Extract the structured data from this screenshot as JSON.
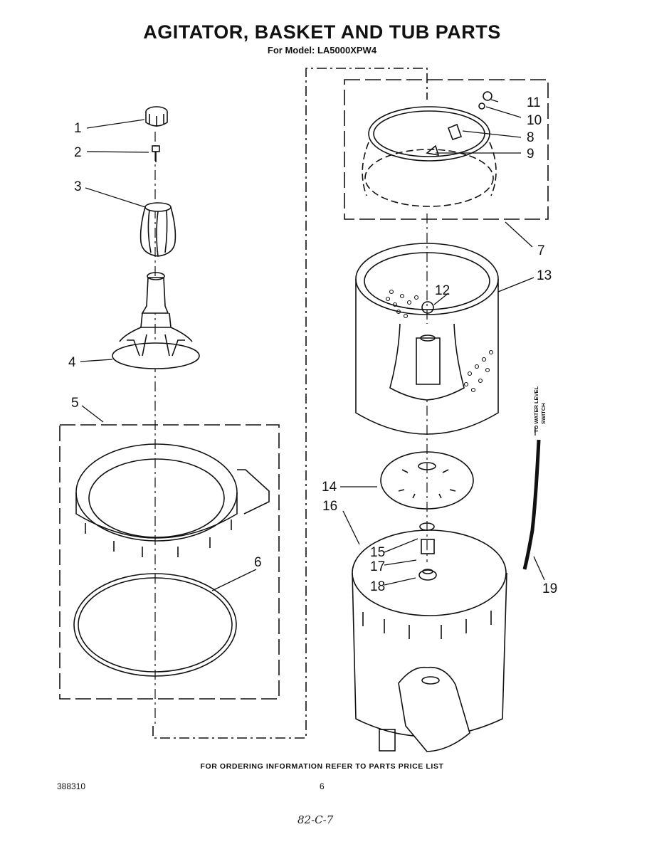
{
  "header": {
    "title": "AGITATOR, BASKET AND TUB PARTS",
    "subtitle": "For Model: LA5000XPW4"
  },
  "callouts": [
    "1",
    "2",
    "3",
    "4",
    "5",
    "6",
    "7",
    "8",
    "9",
    "10",
    "11",
    "12",
    "13",
    "14",
    "15",
    "16",
    "17",
    "18",
    "19"
  ],
  "hose_note": [
    "TO WATER LEVEL",
    "SWITCH"
  ],
  "footer": {
    "ordering_note": "FOR ORDERING INFORMATION REFER TO PARTS PRICE LIST",
    "doc_number": "388310",
    "page_number": "6",
    "handwritten_note": "82-C-7"
  }
}
